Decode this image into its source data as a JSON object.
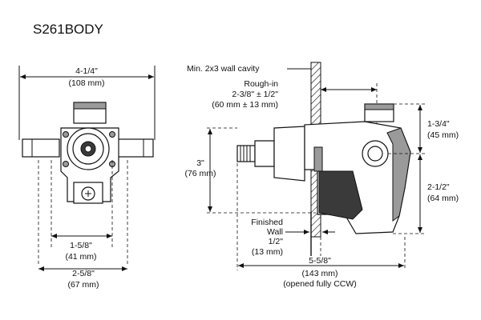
{
  "title": "S261BODY",
  "front_view": {
    "width_top": {
      "imperial": "4-1/4\"",
      "metric": "(108 mm)"
    },
    "width_inner": {
      "imperial": "1-5/8\"",
      "metric": "(41 mm)"
    },
    "width_outer": {
      "imperial": "2-5/8\"",
      "metric": "(67 mm)"
    }
  },
  "side_view": {
    "wall_cavity": "Min. 2x3 wall cavity",
    "rough_in": {
      "label": "Rough-in",
      "imperial": "2-3/8\" ± 1/2\"",
      "metric": "(60 mm ± 13 mm)"
    },
    "height_left": {
      "imperial": "3\"",
      "metric": "(76 mm)"
    },
    "top_right": {
      "imperial": "1-3/4\"",
      "metric": "(45 mm)"
    },
    "bottom_right": {
      "imperial": "2-1/2\"",
      "metric": "(64 mm)"
    },
    "finished_wall": {
      "line1": "Finished",
      "line2": "Wall",
      "imperial": "1/2\"",
      "metric": "(13 mm)"
    },
    "overall": {
      "imperial": "5-5/8\"",
      "metric": "(143 mm)",
      "note": "(opened fully CCW)"
    }
  }
}
